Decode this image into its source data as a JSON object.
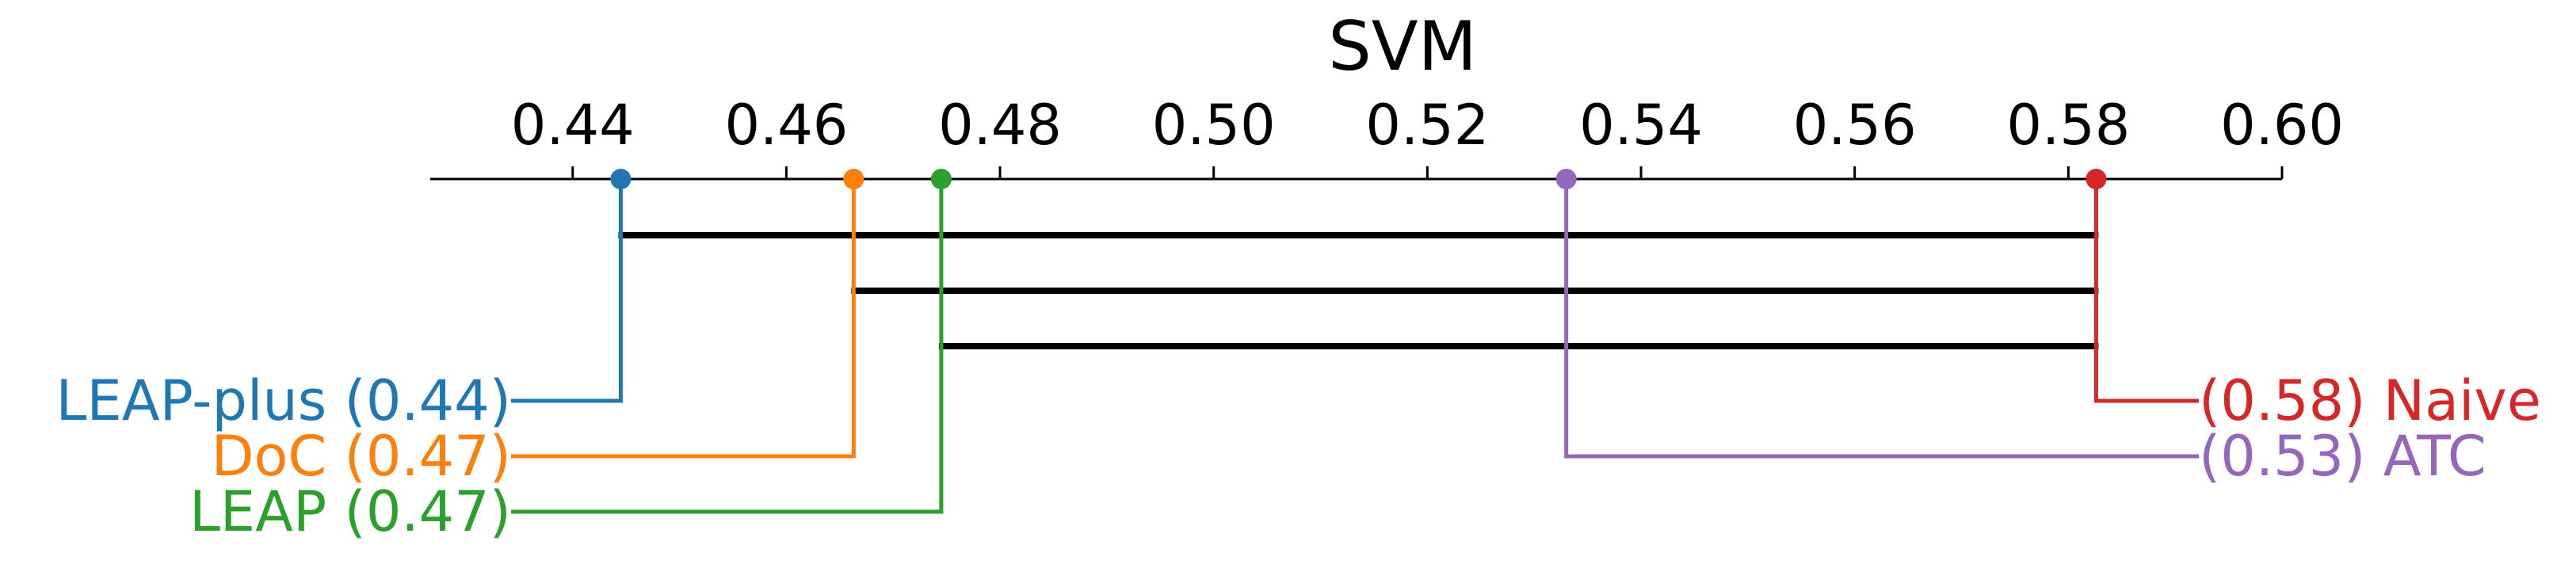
{
  "chart_data": {
    "type": "critical-difference",
    "title": "SVM",
    "xlim": [
      0.42667,
      0.6
    ],
    "ticks": [
      "0.44",
      "0.46",
      "0.48",
      "0.50",
      "0.52",
      "0.54",
      "0.56",
      "0.58",
      "0.60"
    ],
    "tick_values": [
      0.44,
      0.46,
      0.48,
      0.5,
      0.52,
      0.54,
      0.56,
      0.58,
      0.6
    ],
    "left_methods": [
      {
        "label": "LEAP-plus (0.44)",
        "value": 0.4445,
        "color": "#1f77b4"
      },
      {
        "label": "DoC (0.47)",
        "value": 0.4663,
        "color": "#ff7f0e"
      },
      {
        "label": "LEAP (0.47)",
        "value": 0.4745,
        "color": "#2ca02c"
      }
    ],
    "right_methods": [
      {
        "label": "(0.58) Naive",
        "value": 0.5826,
        "color": "#d62728"
      },
      {
        "label": "(0.53) ATC",
        "value": 0.533,
        "color": "#9467bd"
      }
    ],
    "cliques": [
      [
        0.4445,
        0.5826
      ],
      [
        0.4663,
        0.5826
      ],
      [
        0.4745,
        0.5826
      ]
    ]
  }
}
